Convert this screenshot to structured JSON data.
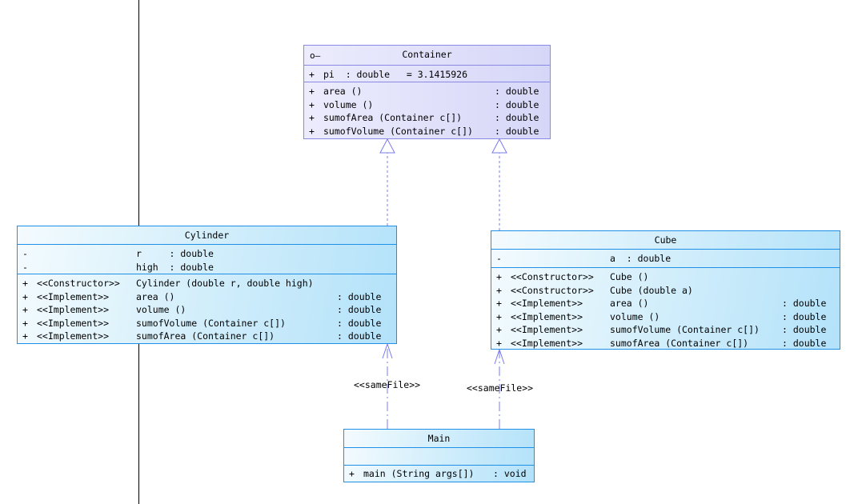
{
  "diagram": {
    "colors": {
      "interface_border": "#8a8ae6",
      "class_border": "#1e90e8",
      "connector": "#7b7bf0",
      "divider_line": "#000000"
    },
    "container": {
      "name": "Container",
      "icon": "interface-circle-icon",
      "attributes": [
        {
          "vis": "+",
          "name": "pi  : double   = 3.1415926",
          "type": ""
        }
      ],
      "operations": [
        {
          "vis": "+",
          "name": "area ()",
          "type": ": double"
        },
        {
          "vis": "+",
          "name": "volume ()",
          "type": ": double"
        },
        {
          "vis": "+",
          "name": "sumofArea (Container c[])",
          "type": ": double"
        },
        {
          "vis": "+",
          "name": "sumofVolume (Container c[])",
          "type": ": double"
        }
      ]
    },
    "cylinder": {
      "name": "Cylinder",
      "attributes": [
        {
          "vis": "-",
          "name": "r     : double"
        },
        {
          "vis": "-",
          "name": "high  : double"
        }
      ],
      "operations": [
        {
          "vis": "+",
          "stereo": "<<Constructor>>",
          "name": "Cylinder (double r, double high)",
          "type": ""
        },
        {
          "vis": "+",
          "stereo": "<<Implement>>",
          "name": "area ()",
          "type": ": double"
        },
        {
          "vis": "+",
          "stereo": "<<Implement>>",
          "name": "volume ()",
          "type": ": double"
        },
        {
          "vis": "+",
          "stereo": "<<Implement>>",
          "name": "sumofVolume (Container c[])",
          "type": ": double"
        },
        {
          "vis": "+",
          "stereo": "<<Implement>>",
          "name": "sumofArea (Container c[])",
          "type": ": double"
        }
      ]
    },
    "cube": {
      "name": "Cube",
      "attributes": [
        {
          "vis": "-",
          "name": "a  : double"
        }
      ],
      "operations": [
        {
          "vis": "+",
          "stereo": "<<Constructor>>",
          "name": "Cube ()",
          "type": ""
        },
        {
          "vis": "+",
          "stereo": "<<Constructor>>",
          "name": "Cube (double a)",
          "type": ""
        },
        {
          "vis": "+",
          "stereo": "<<Implement>>",
          "name": "area ()",
          "type": ": double"
        },
        {
          "vis": "+",
          "stereo": "<<Implement>>",
          "name": "volume ()",
          "type": ": double"
        },
        {
          "vis": "+",
          "stereo": "<<Implement>>",
          "name": "sumofVolume (Container c[])",
          "type": ": double"
        },
        {
          "vis": "+",
          "stereo": "<<Implement>>",
          "name": "sumofArea (Container c[])",
          "type": ": double"
        }
      ]
    },
    "main": {
      "name": "Main",
      "attributes": [],
      "operations": [
        {
          "vis": "+",
          "name": "main (String args[])",
          "type": ": void"
        }
      ]
    },
    "relations": [
      {
        "from": "Cylinder",
        "to": "Container",
        "kind": "realization"
      },
      {
        "from": "Cube",
        "to": "Container",
        "kind": "realization"
      },
      {
        "from": "Main",
        "to": "Cylinder",
        "kind": "dependency",
        "label": "<<sameFile>>"
      },
      {
        "from": "Main",
        "to": "Cube",
        "kind": "dependency",
        "label": "<<sameFile>>"
      }
    ]
  }
}
